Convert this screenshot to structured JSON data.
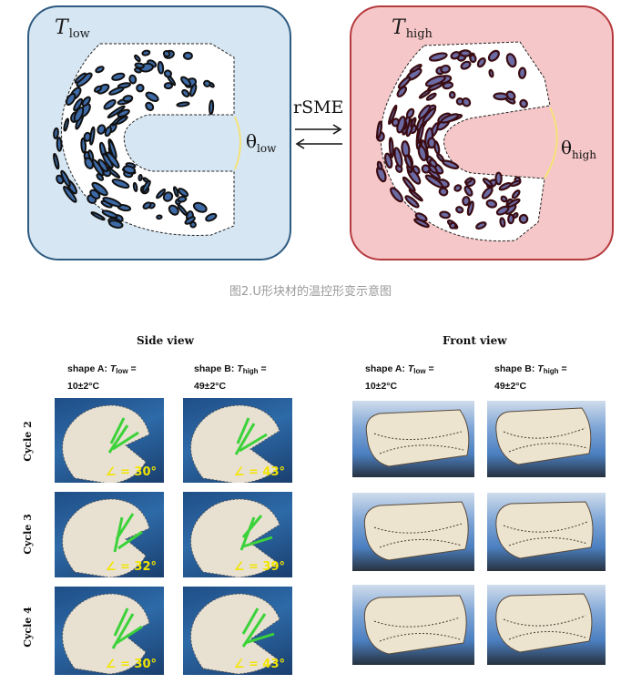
{
  "top": {
    "left_label": {
      "main": "T",
      "sub": "low"
    },
    "right_label": {
      "main": "T",
      "sub": "high"
    },
    "theta_low": {
      "main": "θ",
      "sub": "low"
    },
    "theta_high": {
      "main": "θ",
      "sub": "high"
    },
    "process": "rSME",
    "colors": {
      "low_bg": "#d6e6f2",
      "low_border": "#2e5a80",
      "high_bg": "#f6c7c8",
      "high_border": "#b53a3e",
      "low_fill": "#3d6aa6",
      "high_fill": "#6b6aa3"
    }
  },
  "caption": "图2.U形块材的温控形变示意图",
  "side_view": {
    "title": "Side view",
    "col_a": {
      "l1a": "shape A: ",
      "var": "T",
      "sub": "low",
      "l1b": " =",
      "l2": "10±2°C"
    },
    "col_b": {
      "l1a": "shape B: ",
      "var": "T",
      "sub": "high",
      "l1b": " =",
      "l2": "49±2°C"
    }
  },
  "front_view": {
    "title": "Front view",
    "col_a": {
      "l1a": "shape A: ",
      "var": "T",
      "sub": "low",
      "l1b": " =",
      "l2": "10±2°C"
    },
    "col_b": {
      "l1a": "shape B: ",
      "var": "T",
      "sub": "high",
      "l1b": " =",
      "l2": "49±2°C"
    }
  },
  "cycles": [
    "Cycle 2",
    "Cycle 3",
    "Cycle 4"
  ],
  "angles": {
    "a": [
      "∠ = 30°",
      "∠ = 32°",
      "∠ = 30°"
    ],
    "b": [
      "∠ = 43°",
      "∠ = 39°",
      "∠ = 43°"
    ]
  }
}
